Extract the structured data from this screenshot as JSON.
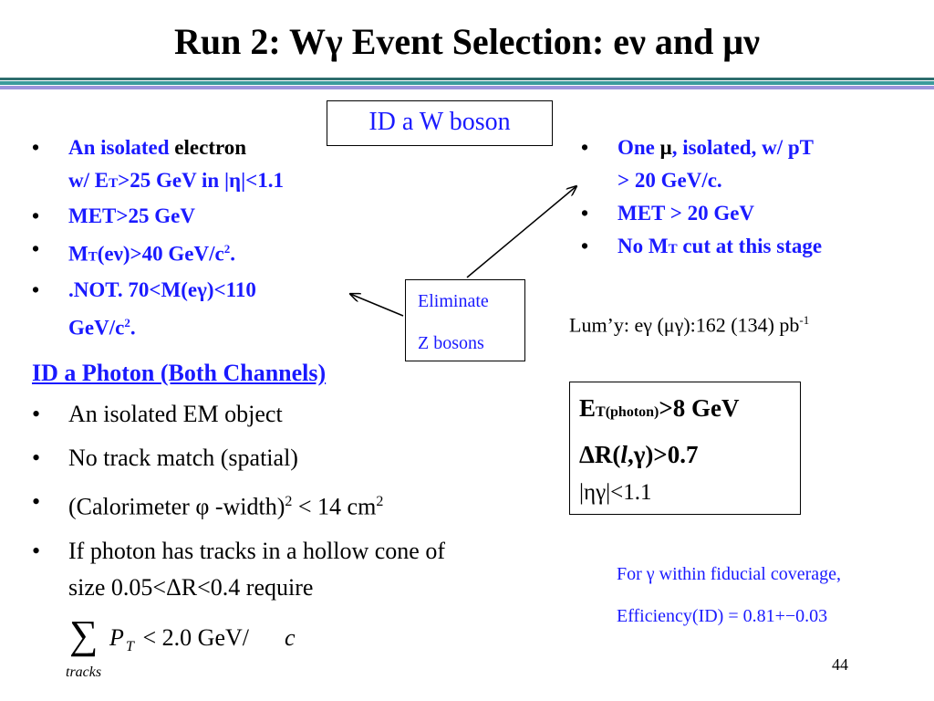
{
  "slide": {
    "title": "Run 2: Wγ Event Selection: eν and μν",
    "page_number": "44"
  },
  "w_box": {
    "label": "ID a W boson"
  },
  "electron": [
    [
      "An isolated ",
      "electron"
    ],
    [
      "w/ E",
      "T",
      ">25 GeV in |η|<1.1"
    ],
    [
      "MET>25 GeV"
    ],
    [
      "M",
      "T",
      "(eν)>40 GeV/c",
      "2",
      "."
    ],
    [
      ".NOT. 70<M(eγ)<110"
    ],
    [
      "GeV/c",
      "2",
      "."
    ]
  ],
  "muon": [
    [
      "One ",
      "μ",
      ", isolated, w/ pT"
    ],
    [
      "> 20 GeV/c."
    ],
    [
      "MET > 20 GeV"
    ],
    [
      "No M",
      "T",
      " cut at this stage"
    ]
  ],
  "z_box": {
    "line1": "Eliminate",
    "line2": "Z bosons"
  },
  "lumi": {
    "text": "Lum’y: eγ (μγ):162 (134) pb",
    "exp": "-1"
  },
  "photon": {
    "heading": "ID a Photon (Both Channels)",
    "items": [
      "An isolated EM object",
      "No track match (spatial)",
      [
        "(Calorimeter φ -width)",
        "2",
        " < 14 cm",
        "2"
      ],
      " If photon has tracks in a hollow cone of",
      "size 0.05<ΔR<0.4 require"
    ],
    "formula": {
      "sum": "∑",
      "p": "P",
      "t": "T",
      "rest": " < 2.0 GeV/",
      "c": "c",
      "under": "tracks"
    }
  },
  "cuts_box": {
    "line1": [
      "E",
      "T(photon)",
      ">8 GeV"
    ],
    "line2": [
      "ΔR(",
      "l",
      ",γ)>0.7"
    ],
    "line3": "|ηγ|<1.1"
  },
  "efficiency": {
    "line1": "For γ within fiducial coverage,",
    "line2": "Efficiency(ID) = 0.81+−0.03"
  },
  "colors": {
    "accent_blue": "#1a1aff",
    "rule_dark": "#2e6e6e",
    "rule_teal": "#3c9c9c",
    "rule_lavender": "#9c94dc"
  }
}
